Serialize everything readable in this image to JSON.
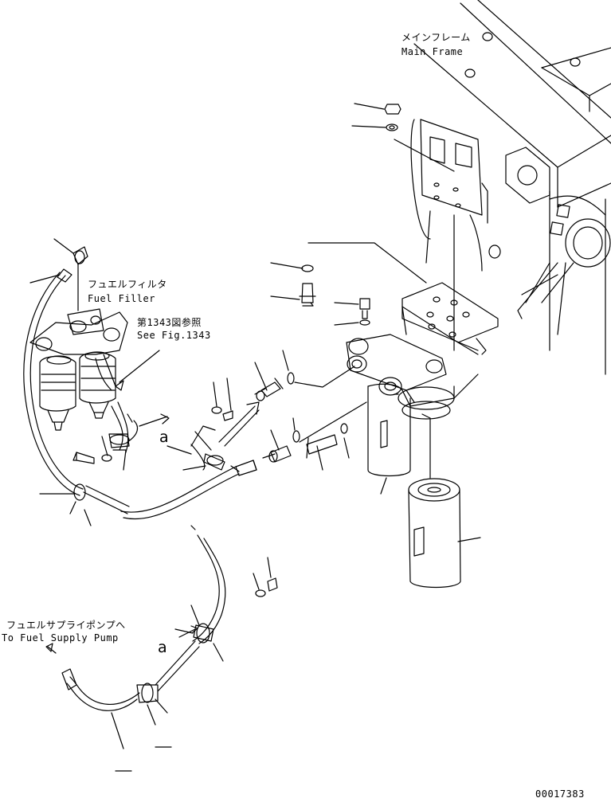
{
  "labels": {
    "main_frame_jp": "メインフレーム",
    "main_frame_en": "Main Frame",
    "fuel_filter_jp": "フュエルフィルタ",
    "fuel_filter_en": "Fuel Filler",
    "see_fig_jp": "第1343図参照",
    "see_fig_en": "See Fig.1343",
    "supply_pump_jp": "フュエルサプライポンプへ",
    "supply_pump_en": "To Fuel Supply Pump",
    "marker_a_top": "a",
    "marker_a_bottom": "a",
    "drawing_number": "00017383"
  },
  "colors": {
    "line": "#000000",
    "background": "#ffffff"
  }
}
